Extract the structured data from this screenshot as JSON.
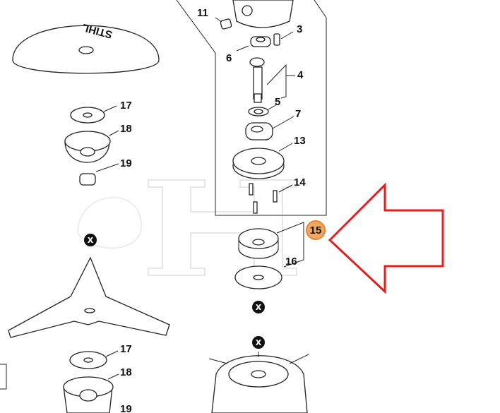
{
  "diagram": {
    "callouts": {
      "c11": "11",
      "c3": "3",
      "c6": "6",
      "c4": "4",
      "c5": "5",
      "c7": "7",
      "c13": "13",
      "c14": "14",
      "c15": "15",
      "c16": "16",
      "c17a": "17",
      "c18a": "18",
      "c19a": "19",
      "c17b": "17",
      "c18b": "18",
      "c19b": "19"
    },
    "x_marker": "X",
    "blade_logo": "STIHL",
    "watermark": "H",
    "highlight_color": "#f0a050",
    "arrow_color": "#e02020"
  }
}
